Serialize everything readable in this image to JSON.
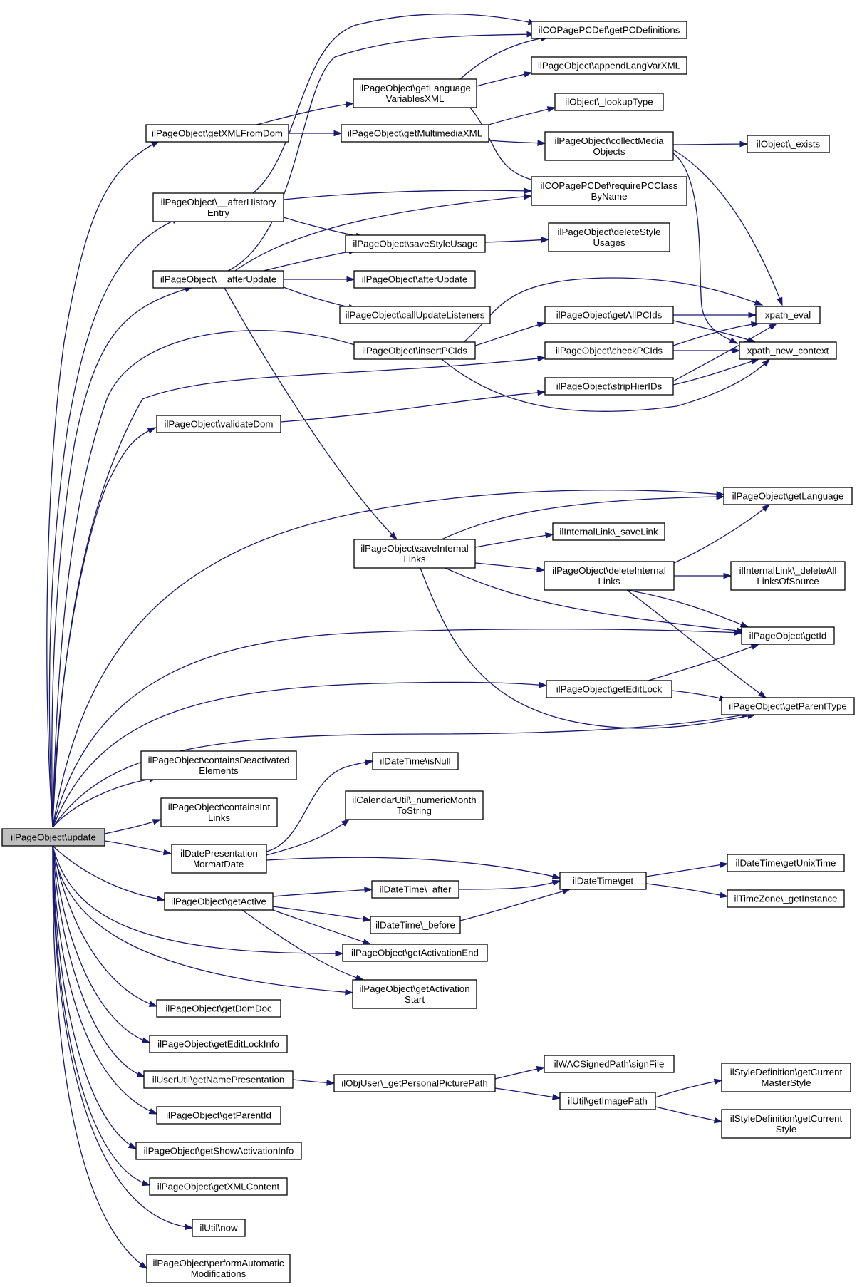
{
  "colors": {
    "edge": "#191970",
    "root_fill": "#bfbfbf",
    "node_border": "#000000"
  },
  "nodes": {
    "update": [
      "ilPageObject\\update"
    ],
    "getXMLFromDom": [
      "ilPageObject\\getXMLFromDom"
    ],
    "afterHistoryEntry": [
      "ilPageObject\\__afterHistory",
      "Entry"
    ],
    "afterUpdate__": [
      "ilPageObject\\__afterUpdate"
    ],
    "validateDom": [
      "ilPageObject\\validateDom"
    ],
    "getLanguageVariablesXML": [
      "ilPageObject\\getLanguage",
      "VariablesXML"
    ],
    "getMultimediaXML": [
      "ilPageObject\\getMultimediaXML"
    ],
    "saveStyleUsage": [
      "ilPageObject\\saveStyleUsage"
    ],
    "afterUpdate": [
      "ilPageObject\\afterUpdate"
    ],
    "callUpdateListeners": [
      "ilPageObject\\callUpdateListeners"
    ],
    "insertPCIds": [
      "ilPageObject\\insertPCIds"
    ],
    "getPCDefinitions": [
      "ilCOPagePCDef\\getPCDefinitions"
    ],
    "appendLangVarXML": [
      "ilPageObject\\appendLangVarXML"
    ],
    "lookupType": [
      "ilObject\\_lookupType"
    ],
    "collectMediaObjects": [
      "ilPageObject\\collectMedia",
      "Objects"
    ],
    "requirePCClassByName": [
      "ilCOPagePCDef\\requirePCClass",
      "ByName"
    ],
    "deleteStyleUsages": [
      "ilPageObject\\deleteStyle",
      "Usages"
    ],
    "getAllPCIds": [
      "ilPageObject\\getAllPCIds"
    ],
    "checkPCIds": [
      "ilPageObject\\checkPCIds"
    ],
    "stripHierIDs": [
      "ilPageObject\\stripHierIDs"
    ],
    "objectExists": [
      "ilObject\\_exists"
    ],
    "xpathEval": [
      "xpath_eval"
    ],
    "xpathNewContext": [
      "xpath_new_context"
    ],
    "saveInternalLinks": [
      "ilPageObject\\saveInternal",
      "Links"
    ],
    "saveLink": [
      "ilInternalLink\\_saveLink"
    ],
    "deleteInternalLinks": [
      "ilPageObject\\deleteInternal",
      "Links"
    ],
    "getLanguage": [
      "ilPageObject\\getLanguage"
    ],
    "deleteAllLinksOfSource": [
      "ilInternalLink\\_deleteAll",
      "LinksOfSource"
    ],
    "getId": [
      "ilPageObject\\getId"
    ],
    "getEditLock": [
      "ilPageObject\\getEditLock"
    ],
    "getParentType": [
      "ilPageObject\\getParentType"
    ],
    "containsDeactivatedElements": [
      "ilPageObject\\containsDeactivated",
      "Elements"
    ],
    "containsIntLinks": [
      "ilPageObject\\containsInt",
      "Links"
    ],
    "formatDate": [
      "ilDatePresentation",
      "\\formatDate"
    ],
    "getActive": [
      "ilPageObject\\getActive"
    ],
    "isNull": [
      "ilDateTime\\isNull"
    ],
    "numericMonthToString": [
      "ilCalendarUtil\\_numericMonth",
      "ToString"
    ],
    "dtAfter": [
      "ilDateTime\\_after"
    ],
    "dtBefore": [
      "ilDateTime\\_before"
    ],
    "dtGet": [
      "ilDateTime\\get"
    ],
    "getUnixTime": [
      "ilDateTime\\getUnixTime"
    ],
    "getTzInstance": [
      "ilTimeZone\\_getInstance"
    ],
    "getActivationEnd": [
      "ilPageObject\\getActivationEnd"
    ],
    "getActivationStart": [
      "ilPageObject\\getActivation",
      "Start"
    ],
    "getDomDoc": [
      "ilPageObject\\getDomDoc"
    ],
    "getEditLockInfo": [
      "ilPageObject\\getEditLockInfo"
    ],
    "getNamePresentation": [
      "ilUserUtil\\getNamePresentation"
    ],
    "getPersonalPicturePath": [
      "ilObjUser\\_getPersonalPicturePath"
    ],
    "signFile": [
      "ilWACSignedPath\\signFile"
    ],
    "getImagePath": [
      "ilUtil\\getImagePath"
    ],
    "getCurrentMasterStyle": [
      "ilStyleDefinition\\getCurrent",
      "MasterStyle"
    ],
    "getCurrentStyle": [
      "ilStyleDefinition\\getCurrent",
      "Style"
    ],
    "getParentId": [
      "ilPageObject\\getParentId"
    ],
    "getShowActivationInfo": [
      "ilPageObject\\getShowActivationInfo"
    ],
    "getXMLContent": [
      "ilPageObject\\getXMLContent"
    ],
    "utilNow": [
      "ilUtil\\now"
    ],
    "performAutomaticModifications": [
      "ilPageObject\\performAutomatic",
      "Modifications"
    ]
  }
}
